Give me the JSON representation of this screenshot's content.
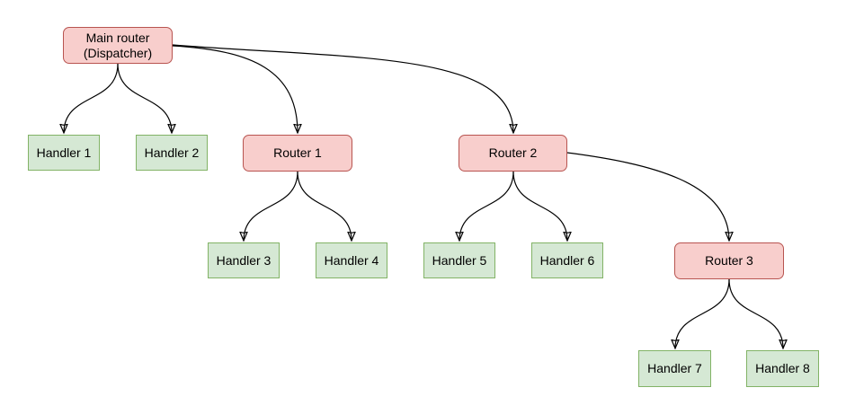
{
  "diagram": {
    "type": "tree",
    "description": "Router dispatch tree diagram",
    "nodes": {
      "main": {
        "label": "Main router (Dispatcher)",
        "line1": "Main router",
        "line2": "(Dispatcher)",
        "type": "router"
      },
      "router1": {
        "label": "Router 1",
        "type": "router"
      },
      "router2": {
        "label": "Router 2",
        "type": "router"
      },
      "router3": {
        "label": "Router 3",
        "type": "router"
      },
      "handler1": {
        "label": "Handler 1",
        "type": "handler"
      },
      "handler2": {
        "label": "Handler 2",
        "type": "handler"
      },
      "handler3": {
        "label": "Handler 3",
        "type": "handler"
      },
      "handler4": {
        "label": "Handler 4",
        "type": "handler"
      },
      "handler5": {
        "label": "Handler 5",
        "type": "handler"
      },
      "handler6": {
        "label": "Handler 6",
        "type": "handler"
      },
      "handler7": {
        "label": "Handler 7",
        "type": "handler"
      },
      "handler8": {
        "label": "Handler 8",
        "type": "handler"
      }
    },
    "edges": [
      {
        "from": "main",
        "to": "handler1"
      },
      {
        "from": "main",
        "to": "handler2"
      },
      {
        "from": "main",
        "to": "router1"
      },
      {
        "from": "main",
        "to": "router2"
      },
      {
        "from": "router1",
        "to": "handler3"
      },
      {
        "from": "router1",
        "to": "handler4"
      },
      {
        "from": "router2",
        "to": "handler5"
      },
      {
        "from": "router2",
        "to": "handler6"
      },
      {
        "from": "router2",
        "to": "router3"
      },
      {
        "from": "router3",
        "to": "handler7"
      },
      {
        "from": "router3",
        "to": "handler8"
      }
    ],
    "colors": {
      "router_fill": "#f8cecc",
      "router_border": "#b85450",
      "handler_fill": "#d5e8d4",
      "handler_border": "#82b366",
      "edge": "#000000",
      "background": "#ffffff"
    }
  }
}
